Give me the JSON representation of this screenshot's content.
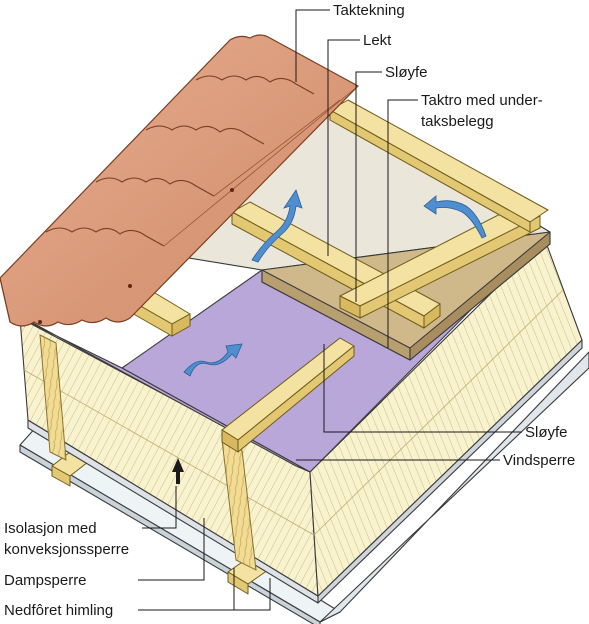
{
  "labels": {
    "taktekning": "Taktekning",
    "lekt": "Lekt",
    "sloyfe_top": "Sløyfe",
    "taktro_line1": "Taktro med under-",
    "taktro_line2": "taksbelegg",
    "sloyfe_right": "Sløyfe",
    "vindsperre": "Vindsperre",
    "isolasjon_line1": "Isolasjon med",
    "isolasjon_line2": "konveksjonssperre",
    "dampsperre": "Dampsperre",
    "himling": "Nedfôret himling"
  },
  "colors": {
    "roof_tile": "#d9987a",
    "batten_wood": "#f3e2a2",
    "insulation": "#f6f0c8",
    "wind_barrier": "#b9a8d6",
    "roof_deck": "#e9e4d8",
    "air_arrow": "#4f8fd0",
    "ceiling": "#e8eef2"
  },
  "icons": [
    "air-flow-arrow-icon",
    "air-flow-arrow-icon",
    "air-flow-arrow-icon",
    "air-flow-arrow-icon"
  ]
}
